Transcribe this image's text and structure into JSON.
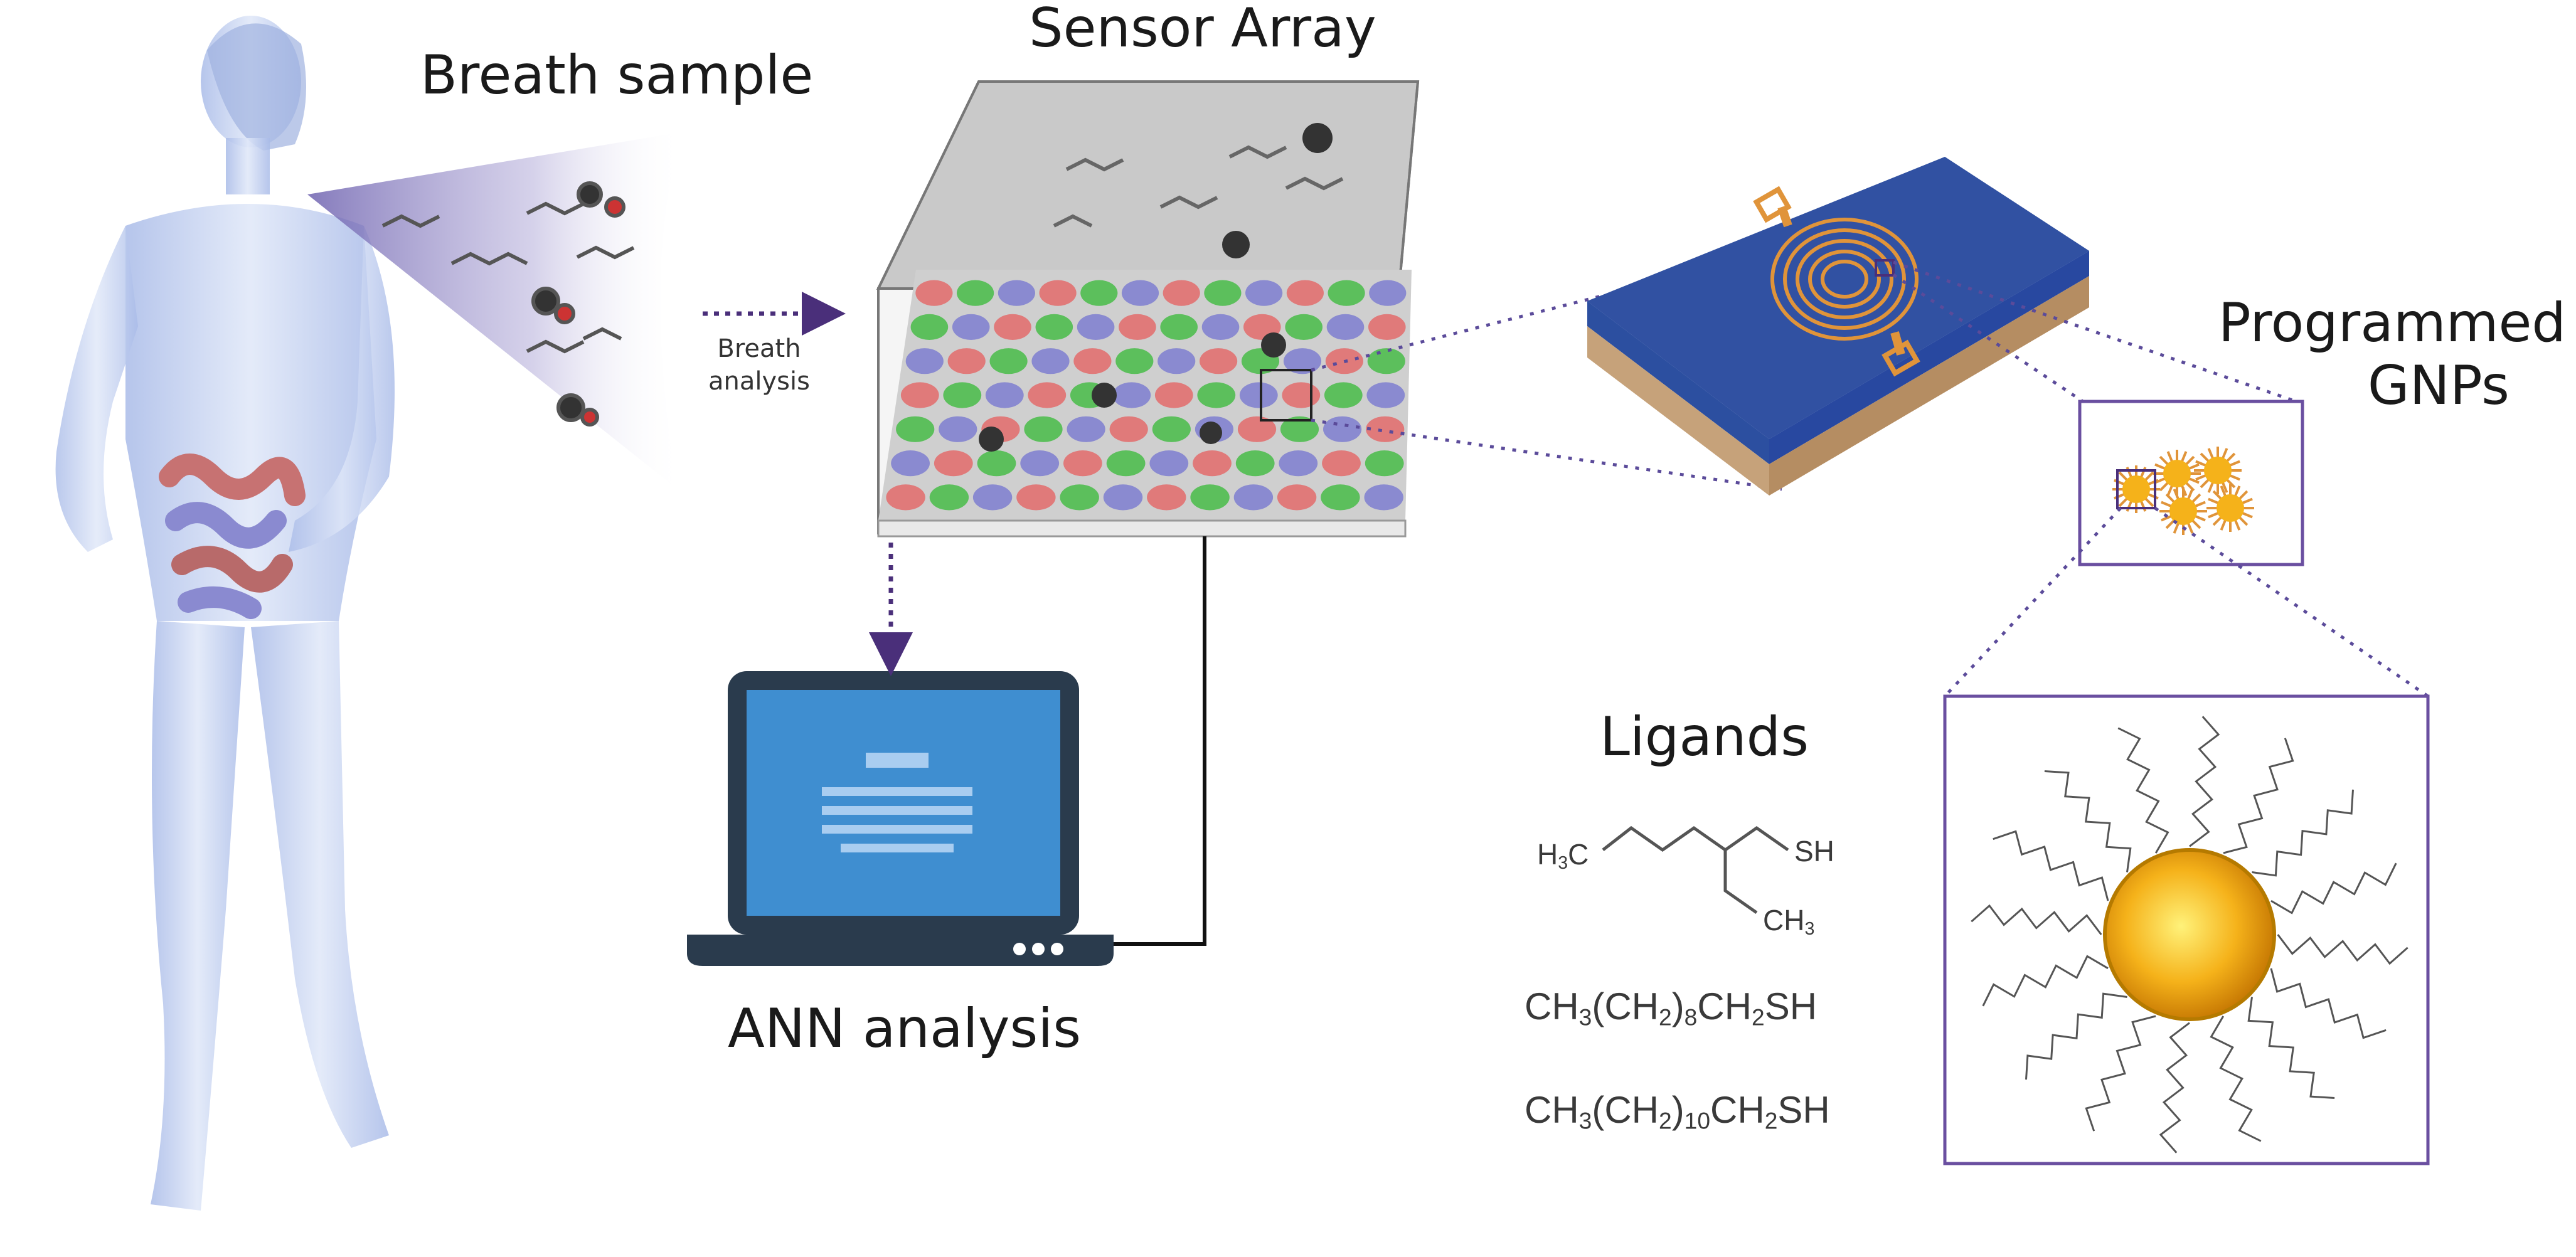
{
  "labels": {
    "breath_sample": "Breath sample",
    "sensor_array": "Sensor Array",
    "breath_analysis_line1": "Breath",
    "breath_analysis_line2": "analysis",
    "programmed_line1": "Programmed",
    "programmed_line2": "GNPs",
    "ligands": "Ligands",
    "ann_analysis": "ANN analysis"
  },
  "ligands": {
    "branched_left": "H3C",
    "branched_right": "SH",
    "branched_bottom": "CH3",
    "formula_1": "CH3(CH2)8CH2SH",
    "formula_2": "CH3(CH2)10CH2SH"
  },
  "colors": {
    "sensor_red": "#e07a7a",
    "sensor_green": "#5cbf5c",
    "sensor_blue": "#8a8ad0",
    "chip_blue": "#3d5fb0",
    "electrode_orange": "#e0943a",
    "gnp_gold": "#f5b21a",
    "frame_purple": "#6a4fa0",
    "laptop_dark": "#2a3b4d",
    "laptop_screen": "#3f8ed0"
  }
}
